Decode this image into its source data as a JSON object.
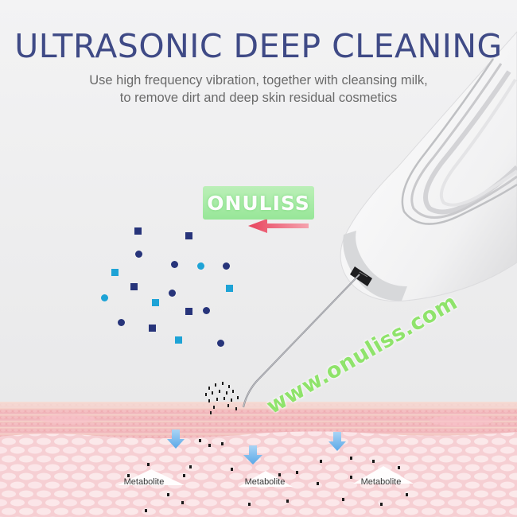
{
  "headline": "ULTRASONIC DEEP CLEANING",
  "subtitle_line1": "Use high frequency vibration, together with cleansing milk,",
  "subtitle_line2": "to remove dirt and deep skin residual cosmetics",
  "brand": "ONULISS",
  "watermark": "www.onuliss.com",
  "labels": [
    "Metabolite",
    "Metabolite",
    "Metabolite"
  ],
  "icons": {
    "direction_arrow": "left-arrow-icon",
    "flow_arrow": "down-arrow-icon"
  },
  "colors": {
    "headline": "#3f4a86",
    "particle_dark": "#27347a",
    "particle_light": "#1ea3d6",
    "arrow_red": "#e8435d",
    "arrow_blue": "#69b4ec",
    "brand_green": "#8ee68f"
  }
}
